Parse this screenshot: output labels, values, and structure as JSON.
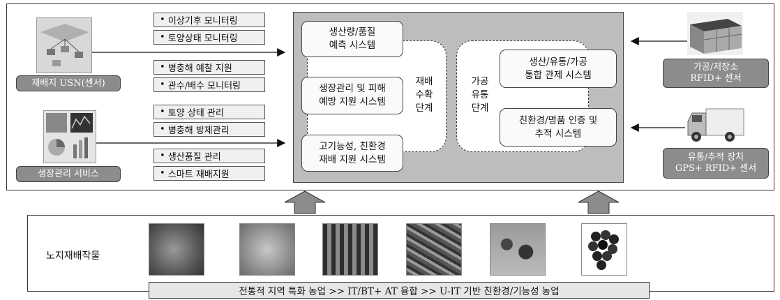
{
  "left_tags": [
    [
      "이상기후 모니터링",
      "토양상태 모니터링"
    ],
    [
      "병충해 예찰 지원",
      "관수/배수 모니터링"
    ],
    [
      "토양 상태 관리",
      "병충해 방제관리"
    ],
    [
      "생산품질 관리",
      "스마트 재배지원"
    ]
  ],
  "left_labels": [
    "재배지 USN(센서)",
    "생장관리 서비스"
  ],
  "systems_left": [
    "생산량/품질\n예측 시스템",
    "생장관리 및 피해\n예방 지원 시스템",
    "고기능성, 친환경\n재배 지원 시스템"
  ],
  "stage_left": "재배\n수확\n단계",
  "stage_right": "가공\n유통\n단계",
  "systems_right": [
    "생산/유통/가공\n통합 관제 시스템",
    "친환경/명품 인증 및\n추적 시스템"
  ],
  "right_labels": [
    [
      "가공/저장소",
      "RFID+ 센서"
    ],
    [
      "유통/추적 장치",
      "GPS+ RFID+ 센서"
    ]
  ],
  "crop_label": "노지재배작물",
  "bottom_label": "전통적 지역 특화 농업 >> IT/BT+ AT 융합 >> U-IT 기반 친환경/기능성 농업",
  "bullet": "•"
}
